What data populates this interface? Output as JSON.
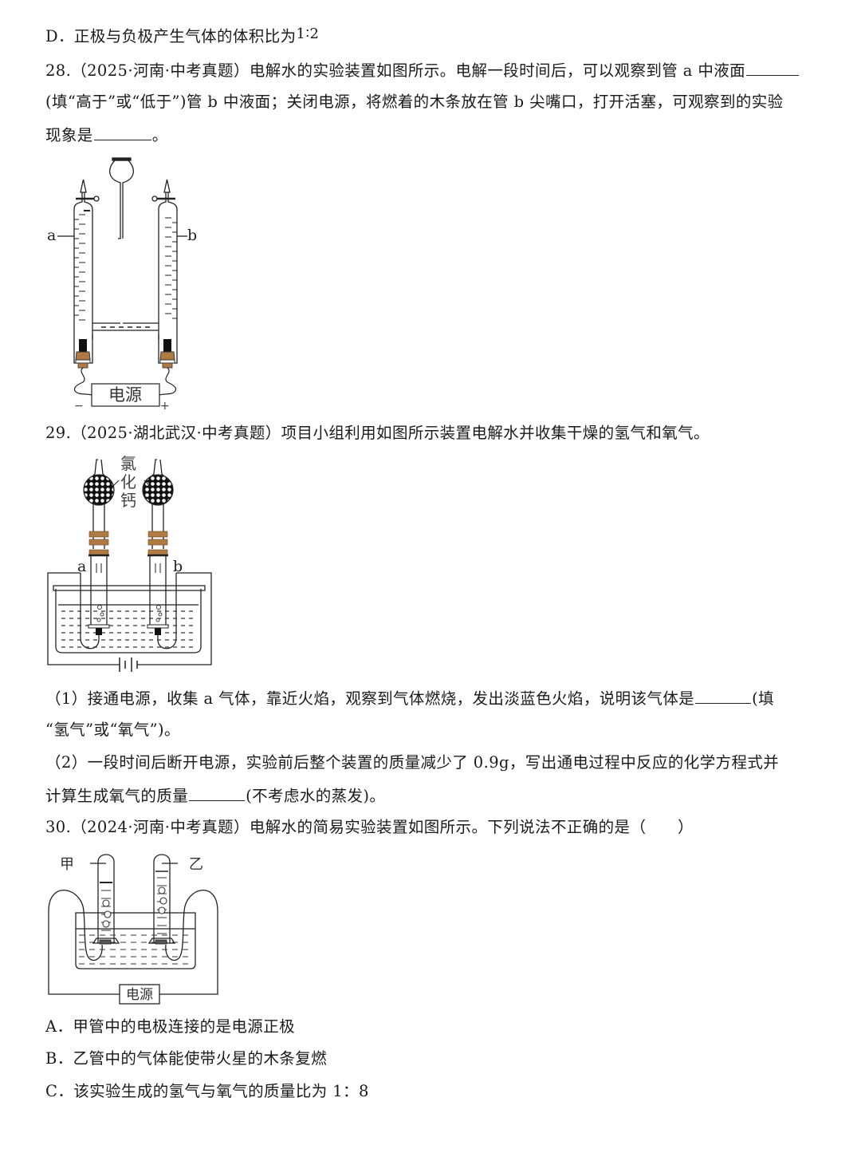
{
  "q27": {
    "option_d_prefix": "D．正极与负极产生气体的体积比为",
    "option_d_ratio": "1∶2"
  },
  "q28": {
    "number": "28.",
    "source": "（2025·河南·中考真题）",
    "line1_text": "电解水的实验装置如图所示。电解一段时间后，可以观察到管 a 中液面",
    "line2_text": "(填“高于”或“低于”)管 b 中液面；关闭电源，将燃着的木条放在管 b 尖嘴口，打开活塞，可观察到的实验",
    "line3_text": "现象是",
    "line3_end": "。",
    "figure": {
      "label_a": "a",
      "label_b": "b",
      "power_label": "电源",
      "minus": "−",
      "plus": "+"
    }
  },
  "q29": {
    "number": "29.",
    "source": "（2025·湖北武汉·中考真题）",
    "stem": "项目小组利用如图所示装置电解水并收集干燥的氢气和氧气。",
    "figure": {
      "desiccant_label_1": "氯",
      "desiccant_label_2": "化",
      "desiccant_label_3": "钙",
      "label_a": "a",
      "label_b": "b"
    },
    "sub1_line1": "（1）接通电源，收集 a 气体，靠近火焰，观察到气体燃烧，发出淡蓝色火焰，说明该气体是",
    "sub1_line1_end": "(填",
    "sub1_line2": "“氢气”或“氧气”)。",
    "sub2_line1": "（2）一段时间后断开电源，实验前后整个装置的质量减少了 0.9g，写出通电过程中反应的化学方程式并",
    "sub2_line2_start": "计算生成氧气的质量",
    "sub2_line2_end": "(不考虑水的蒸发)。"
  },
  "q30": {
    "number": "30.",
    "source": "（2024·河南·中考真题）",
    "stem": "电解水的简易实验装置如图所示。下列说法不正确的是（　　）",
    "figure": {
      "label_jia": "甲",
      "label_yi": "乙",
      "power_label": "电源"
    },
    "options": [
      {
        "label": "A．",
        "text": "甲管中的电极连接的是电源正极"
      },
      {
        "label": "B．",
        "text": "乙管中的气体能使带火星的木条复燃"
      },
      {
        "label": "C．",
        "text": "该实验生成的氢气与氧气的质量比为 1：8"
      }
    ]
  },
  "colors": {
    "text": "#1a1a1a",
    "stopper_brown": "#b07a45",
    "electrode_dark": "#222222"
  }
}
